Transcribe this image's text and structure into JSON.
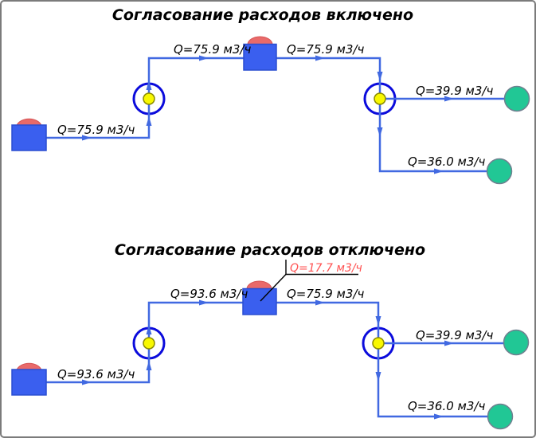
{
  "colors": {
    "pipe": "#4169E1",
    "node_ring": "#0B0BDC",
    "node_dot": "#F8F800",
    "node_dot_border": "#8A8A00",
    "tank": "#3A5FEF",
    "tank_border": "#2B4FD0",
    "dome": "#E96A6A",
    "dome_border": "#D65555",
    "consumer": "#21C795",
    "consumer_border": "#708090",
    "annotation": "#FF5252",
    "frame": "#7B7B7B",
    "text": "#000000",
    "background": "#FFFFFF"
  },
  "diagrams": [
    {
      "id": "flow-coordination-enabled",
      "title": "Согласование расходов включено",
      "labels": {
        "source_outflow": "Q=75.9 м3/ч",
        "inflow_to_tank": "Q=75.9 м3/ч",
        "outflow_from_tank": "Q=75.9 м3/ч",
        "branch_upper": "Q=39.9 м3/ч",
        "branch_lower": "Q=36.0 м3/ч"
      }
    },
    {
      "id": "flow-coordination-disabled",
      "title": "Согласование расходов отключено",
      "annotation": "Q=17.7 м3/ч",
      "labels": {
        "source_outflow": "Q=93.6 м3/ч",
        "inflow_to_tank": "Q=93.6 м3/ч",
        "outflow_from_tank": "Q=75.9 м3/ч",
        "branch_upper": "Q=39.9 м3/ч",
        "branch_lower": "Q=36.0 м3/ч"
      }
    }
  ]
}
